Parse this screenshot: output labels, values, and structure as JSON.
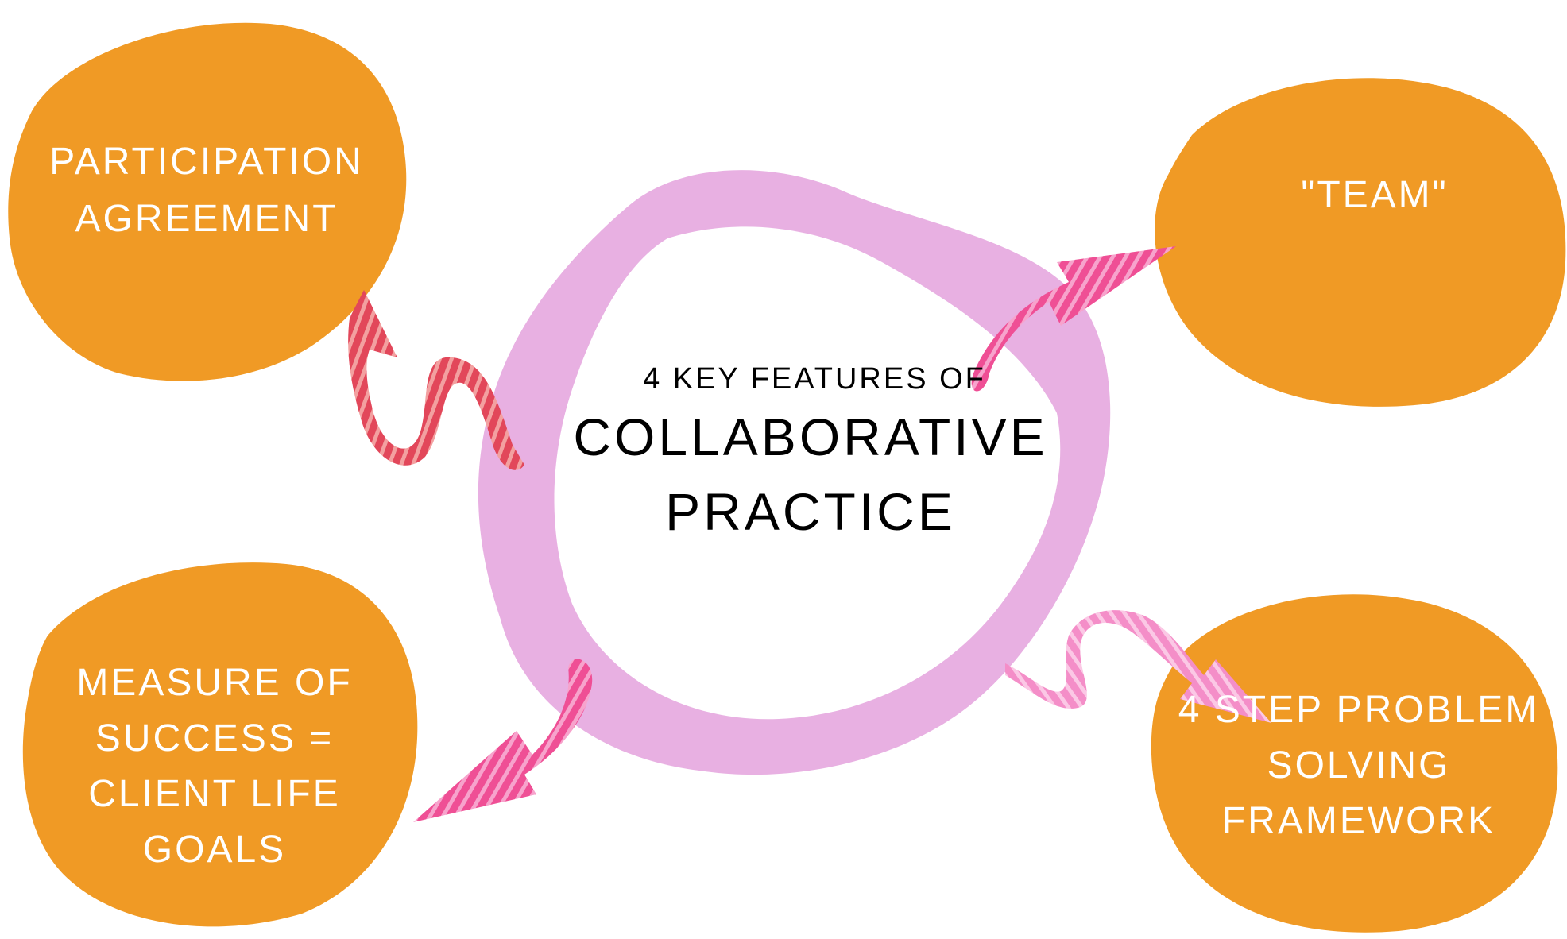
{
  "center": {
    "subtitle": "4 KEY FEATURES OF",
    "title_line1": "COLLABORATIVE",
    "title_line2": "PRACTICE"
  },
  "features": {
    "top_left": {
      "line1": "PARTICIPATION",
      "line2": "AGREEMENT"
    },
    "top_right": {
      "line1": "\"TEAM\""
    },
    "bottom_left": {
      "line1": "MEASURE OF",
      "line2": "SUCCESS =",
      "line3": "CLIENT LIFE",
      "line4": "GOALS"
    },
    "bottom_right": {
      "line1": "4 STEP PROBLEM",
      "line2": "SOLVING",
      "line3": "FRAMEWORK"
    }
  },
  "colors": {
    "blob": "#f09a25",
    "ring": "#e8b0e2",
    "arrow_red": "#e2475a",
    "arrow_pink": "#ef4f95",
    "arrow_light_pink": "#f48ec8",
    "text_dark": "#111111",
    "text_light": "#ffffff"
  }
}
